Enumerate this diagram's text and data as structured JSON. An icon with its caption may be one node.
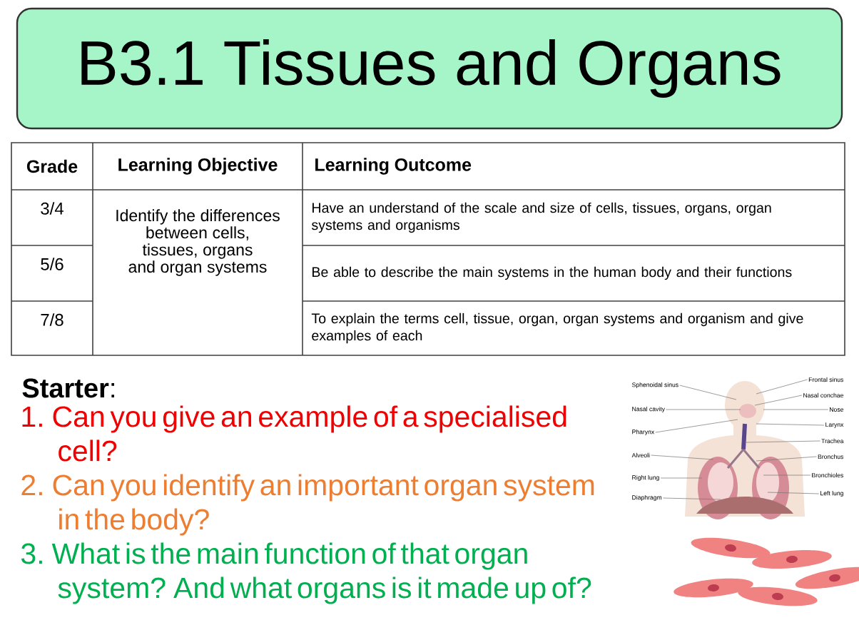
{
  "diagram": {
    "title": "B3.1 Tissues and Organs",
    "nodes": [
      {
        "text": [
          "Sphenoidal sinus"
        ]
      },
      {
        "text": [
          "Nasal cavity"
        ]
      },
      {
        "text": [
          "Pharynx"
        ]
      },
      {
        "text": [
          "Alveoli"
        ]
      },
      {
        "text": [
          "Right lung"
        ]
      },
      {
        "text": [
          "Diaphragm"
        ]
      },
      {
        "text": [
          "Frontal sinus"
        ]
      },
      {
        "text": [
          "Nasal conchae"
        ]
      },
      {
        "text": [
          "Nose"
        ]
      },
      {
        "text": [
          "Larynx"
        ]
      },
      {
        "text": [
          "Trachea"
        ]
      },
      {
        "text": [
          "Bronchus"
        ]
      },
      {
        "text": [
          "Bronchioles"
        ]
      },
      {
        "text": [
          "Left lung"
        ]
      }
    ],
    "edges": [
      {
        "from": 0,
        "to": null,
        "arrow": "none"
      },
      {
        "from": 1,
        "to": null,
        "arrow": "none"
      },
      {
        "from": 2,
        "to": null,
        "arrow": "none"
      },
      {
        "from": 3,
        "to": null,
        "arrow": "none"
      },
      {
        "from": 4,
        "to": null,
        "arrow": "none"
      },
      {
        "from": 5,
        "to": null,
        "arrow": "none"
      },
      {
        "from": 6,
        "to": null,
        "arrow": "none"
      },
      {
        "from": 7,
        "to": null,
        "arrow": "none"
      },
      {
        "from": 8,
        "to": null,
        "arrow": "none"
      },
      {
        "from": 9,
        "to": null,
        "arrow": "none"
      },
      {
        "from": 10,
        "to": null,
        "arrow": "none"
      },
      {
        "from": 11,
        "to": null,
        "arrow": "none"
      },
      {
        "from": 12,
        "to": null,
        "arrow": "none"
      },
      {
        "from": 13,
        "to": null,
        "arrow": "none"
      }
    ],
    "labels": [
      "Grade",
      "Learning Objective",
      "Learning Outcome",
      "3/4",
      "Identify the differences between cells, tissues, organs and organ systems",
      "Have an understand of the scale and size of cells, tissues, organs, organ systems and organisms",
      "5/6",
      "Be able to describe the main systems in the human body and their functions",
      "7/8",
      "To explain the terms cell, tissue, organ, organ systems and organism and give examples of each",
      "**Starter**:",
      "1. Can you give an example of a specialised cell?",
      "2. Can you identify an important organ system in the body?",
      "3. What is the main function of that organ system? And what organs is it made up of?"
    ]
  }
}
